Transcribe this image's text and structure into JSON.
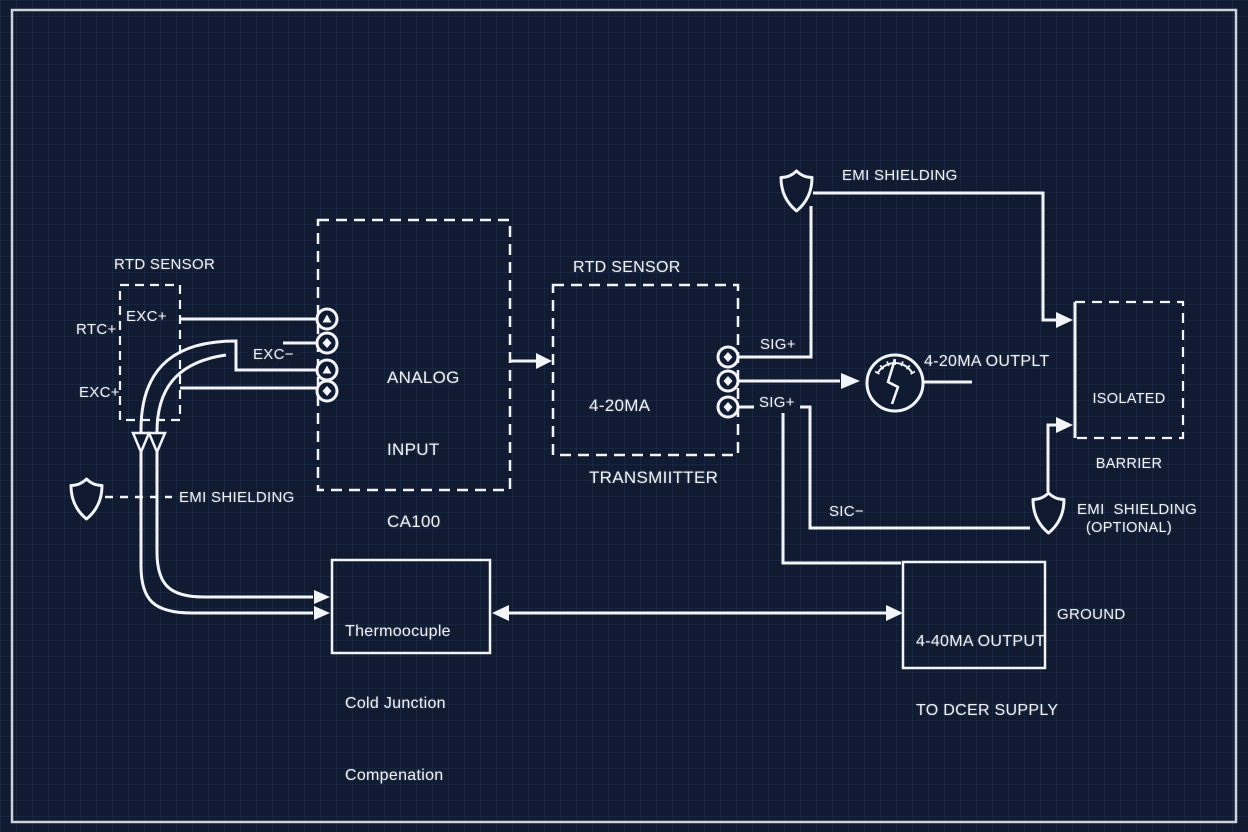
{
  "colors": {
    "background": "#101b31",
    "grid_line": "#24355a",
    "wire": "#f2f4f7",
    "text": "#eef1f6",
    "frame": "#ccd2da"
  },
  "rtd_sensor_left": {
    "title": "RTD SENSOR",
    "pin_exc_plus_top": "EXC+",
    "pin_rtc_plus": "RTC+",
    "pin_exc_plus_bottom": "EXC+"
  },
  "analog_input": {
    "lines": [
      "ANALOG",
      "INPUT",
      "CA100"
    ],
    "pin_exc_minus": "EXC−"
  },
  "transmitter": {
    "title": "RTD SENSOR",
    "lines": [
      "4-20MA",
      "TRANSMIITTER"
    ],
    "pin_sig_plus_top": "SIG+",
    "pin_sig_plus_bottom": "SIG+",
    "pin_sic_minus": "SIC−"
  },
  "meter": {
    "label": "4-20MA OUTPLT"
  },
  "isolated_barrier": {
    "lines": [
      "ISOLATED",
      "BARRIER",
      "(OPTIONAL)"
    ]
  },
  "thermocouple": {
    "lines": [
      "Thermoocuple",
      "Cold Junction",
      "Compenation"
    ]
  },
  "output_supply": {
    "lines": [
      "4-40MA OUTPUT",
      "TO DCER SUPPLY"
    ]
  },
  "ground_label": "GROUND",
  "emi_shielding": {
    "top": "EMI SHIELDING",
    "left": "EMI SHIELDING",
    "right": "EMI  SHIELDING"
  },
  "icons": {
    "shield": "shield-icon",
    "meter": "analog-meter-icon",
    "terminal": "terminal-connector-icon",
    "arrow": "flow-arrow-icon"
  }
}
